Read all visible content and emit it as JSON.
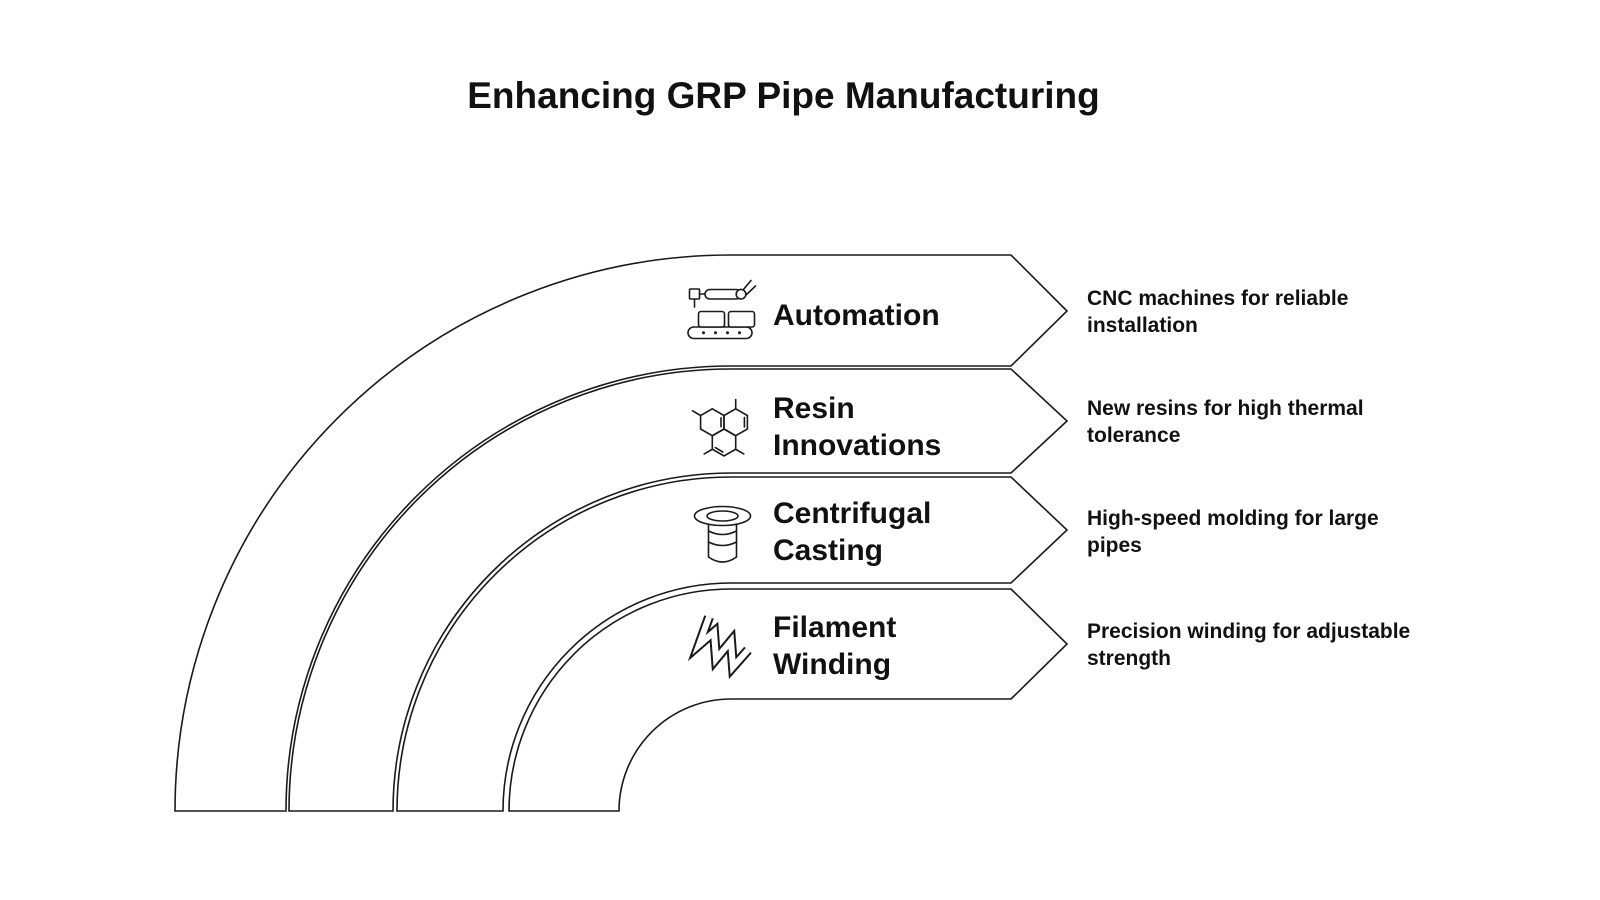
{
  "title": "Enhancing GRP Pipe Manufacturing",
  "canvas": {
    "background": "#ffffff",
    "line_color": "#1a1a1a",
    "text_color": "#111111"
  },
  "diagram": {
    "type": "quarter-arc-process-fan",
    "items": [
      {
        "label": "Automation",
        "label_lines": [
          "Automation"
        ],
        "icon": "robot-arm-conveyor-icon",
        "description": "CNC machines for reliable installation"
      },
      {
        "label": "Resin Innovations",
        "label_lines": [
          "Resin",
          "Innovations"
        ],
        "icon": "resin-molecule-icon",
        "description": "New resins for high thermal tolerance"
      },
      {
        "label": "Centrifugal Casting",
        "label_lines": [
          "Centrifugal",
          "Casting"
        ],
        "icon": "casting-mold-icon",
        "description": "High-speed molding for large pipes"
      },
      {
        "label": "Filament Winding",
        "label_lines": [
          "Filament",
          "Winding"
        ],
        "icon": "filament-coil-icon",
        "description": "Precision winding for adjustable strength"
      }
    ]
  }
}
